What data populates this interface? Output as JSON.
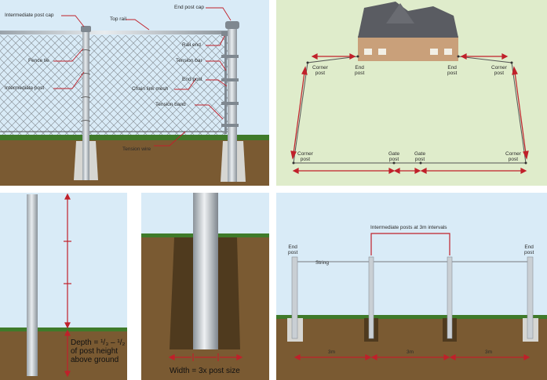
{
  "colors": {
    "sky": "#d9ebf7",
    "lawn": "#dfeccb",
    "earth": "#7a5a32",
    "grass": "#3f7a2a",
    "post": "#c9cfd4",
    "concrete": "#d6d6d2",
    "arrow": "#c0202a"
  },
  "panel_fence": {
    "intermediate_post_cap": "Intermediate post cap",
    "top_rail": "Top rail",
    "end_post_cap": "End post cap",
    "rail_end": "Rail end",
    "fence_tie": "Fence tie",
    "tension_bar": "Tension bar",
    "intermediate_post": "Intermediate post",
    "end_post": "End post",
    "chain_link_mesh": "Chain link mesh",
    "tension_band": "Tension band",
    "tension_wire": "Tension wire"
  },
  "panel_plan": {
    "corner_post_left": "Corner\npost",
    "end_post_left": "End\npost",
    "end_post_right": "End\npost",
    "corner_post_right": "Corner\npost",
    "corner_post_bottom_left": "Corner\npost",
    "gate_post_1": "Gate\npost",
    "gate_post_2": "Gate\npost",
    "corner_post_bottom_right": "Corner\npost"
  },
  "panel_depth": {
    "depth_text": "Depth = ¹/₃ – ¹/₂\nof post height\nabove ground"
  },
  "panel_width": {
    "width_text": "Width = 3x post size"
  },
  "panel_spacing": {
    "title": "Intermediate posts at 3m intervals",
    "end_post_left": "End\npost",
    "end_post_right": "End\npost",
    "string": "String",
    "interval_1": "3m",
    "interval_2": "3m",
    "interval_3": "3m"
  }
}
